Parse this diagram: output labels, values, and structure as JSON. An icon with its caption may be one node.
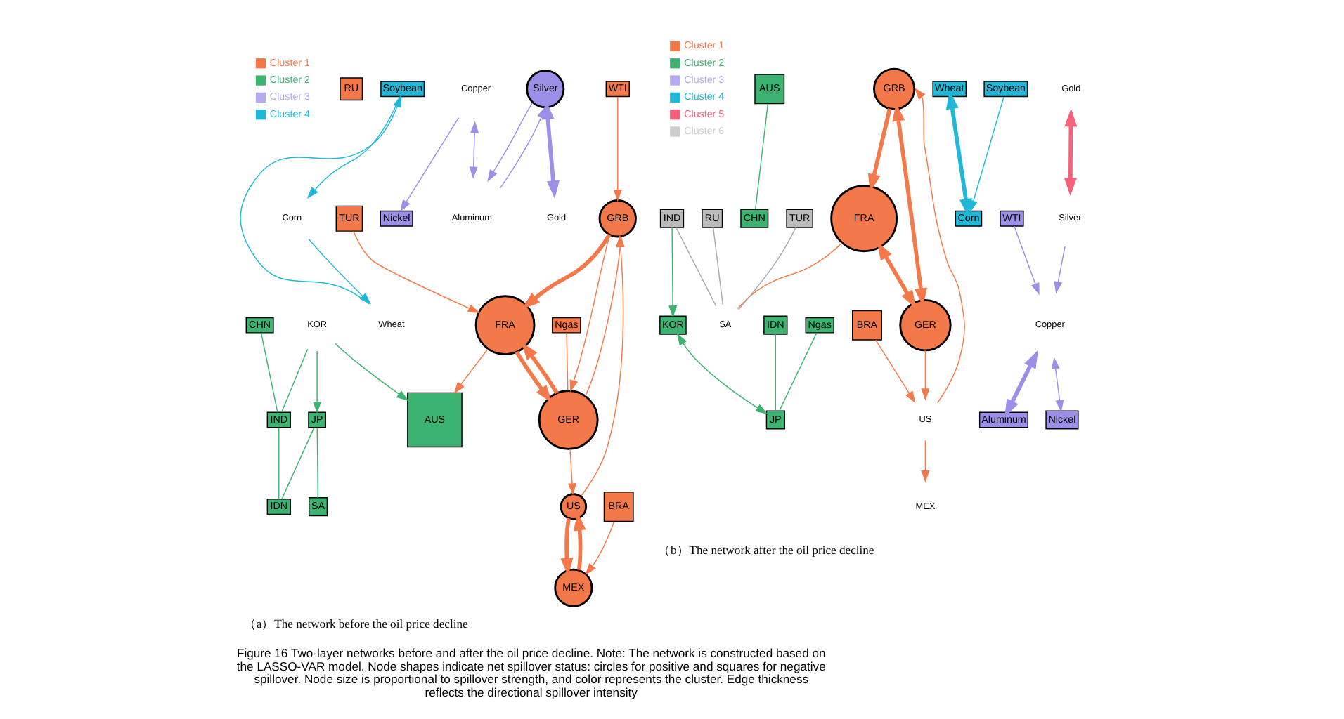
{
  "diagram": {
    "caption": "Figure 16 Two-layer networks before and after the oil price decline. Note: The network is constructed based on the LASSO-VAR model. Node shapes indicate net spillover status: circles for positive and squares for negative spillover. Node size is proportional to spillover strength, and color represents the cluster. Edge thickness reflects the directional spillover intensity",
    "nodes": [
      {
        "text": [
          "Gold"
        ]
      },
      {
        "text": [
          "WTI"
        ]
      },
      {
        "text": [
          "Silver"
        ]
      },
      {
        "text": [
          "Ngas"
        ]
      },
      {
        "text": [
          "Copper"
        ]
      },
      {
        "text": [
          "Aluminum"
        ]
      },
      {
        "text": [
          "Nickel"
        ]
      },
      {
        "text": [
          "Soybean"
        ]
      },
      {
        "text": [
          "Wheat"
        ]
      },
      {
        "text": [
          "Corn"
        ]
      },
      {
        "text": [
          "GRB"
        ]
      },
      {
        "text": [
          "BRA"
        ]
      },
      {
        "text": [
          "FRA"
        ]
      },
      {
        "text": [
          "TUR"
        ]
      },
      {
        "text": [
          "AUS"
        ]
      },
      {
        "text": [
          "US"
        ]
      },
      {
        "text": [
          "GER"
        ]
      },
      {
        "text": [
          "RU"
        ]
      },
      {
        "text": [
          "MEX"
        ]
      },
      {
        "text": [
          "KOR"
        ]
      },
      {
        "text": [
          "CHN"
        ]
      },
      {
        "text": [
          "IDN"
        ]
      },
      {
        "text": [
          "IND"
        ]
      },
      {
        "text": [
          "JP"
        ]
      },
      {
        "text": [
          "SA"
        ]
      },
      {
        "text": [
          "Gold"
        ]
      },
      {
        "text": [
          "WTI"
        ]
      },
      {
        "text": [
          "Silver"
        ]
      },
      {
        "text": [
          "Ngas"
        ]
      },
      {
        "text": [
          "Copper"
        ]
      },
      {
        "text": [
          "Aluminum"
        ]
      },
      {
        "text": [
          "Nickel"
        ]
      },
      {
        "text": [
          "Soybean"
        ]
      },
      {
        "text": [
          "Wheat"
        ]
      },
      {
        "text": [
          "Corn"
        ]
      },
      {
        "text": [
          "GRB"
        ]
      },
      {
        "text": [
          "BRA"
        ]
      },
      {
        "text": [
          "FRA"
        ]
      },
      {
        "text": [
          "TUR"
        ]
      },
      {
        "text": [
          "AUS"
        ]
      },
      {
        "text": [
          "US"
        ]
      },
      {
        "text": [
          "GER"
        ]
      },
      {
        "text": [
          "RU"
        ]
      },
      {
        "text": [
          "MEX"
        ]
      },
      {
        "text": [
          "KOR"
        ]
      },
      {
        "text": [
          "CHN"
        ]
      },
      {
        "text": [
          "IDN"
        ]
      },
      {
        "text": [
          "IND"
        ]
      },
      {
        "text": [
          "JP"
        ]
      },
      {
        "text": [
          "SA"
        ]
      }
    ],
    "edges": [
      {
        "from": 2,
        "to": 0,
        "arrow": "both",
        "style": "thick",
        "color": "#9b8fe8"
      },
      {
        "from": 2,
        "to": 5,
        "arrow": "to",
        "color": "#9b8fe8"
      },
      {
        "from": 4,
        "to": 5,
        "arrow": "both",
        "color": "#9b8fe8"
      },
      {
        "from": 4,
        "to": 6,
        "arrow": "to",
        "color": "#9b8fe8"
      },
      {
        "from": 5,
        "to": 2,
        "arrow": "to",
        "color": "#9b8fe8"
      },
      {
        "from": 7,
        "to": 9,
        "arrow": "to",
        "color": "#1fb8d8"
      },
      {
        "from": 9,
        "to": 8,
        "arrow": "to",
        "color": "#1fb8d8"
      },
      {
        "from": 8,
        "to": 7,
        "arrow": "to",
        "color": "#1fb8d8"
      },
      {
        "from": 10,
        "to": 12,
        "arrow": "to",
        "style": "thick"
      },
      {
        "from": 12,
        "to": 16,
        "arrow": "to",
        "style": "thick"
      },
      {
        "from": 16,
        "to": 12,
        "arrow": "to",
        "style": "thick"
      },
      {
        "from": 16,
        "to": 10,
        "arrow": "to"
      },
      {
        "from": 10,
        "to": 16,
        "arrow": "to"
      },
      {
        "from": 15,
        "to": 18,
        "arrow": "to",
        "style": "thick"
      },
      {
        "from": 18,
        "to": 15,
        "arrow": "to",
        "style": "thick"
      },
      {
        "from": 16,
        "to": 15,
        "arrow": "to"
      },
      {
        "from": 12,
        "to": 14,
        "arrow": "to"
      },
      {
        "from": 13,
        "to": 12,
        "arrow": "to"
      },
      {
        "from": 11,
        "to": 18,
        "arrow": "to"
      },
      {
        "from": 15,
        "to": 10,
        "arrow": "to"
      },
      {
        "from": 1,
        "to": 10,
        "arrow": "to"
      },
      {
        "from": 3,
        "to": 16,
        "arrow": "none"
      },
      {
        "from": 19,
        "to": 14,
        "arrow": "to",
        "color": "#3cb371"
      },
      {
        "from": 19,
        "to": 22,
        "arrow": "none",
        "color": "#3cb371"
      },
      {
        "from": 19,
        "to": 23,
        "arrow": "to",
        "color": "#3cb371"
      },
      {
        "from": 22,
        "to": 21,
        "arrow": "none",
        "color": "#3cb371"
      },
      {
        "from": 23,
        "to": 21,
        "arrow": "none",
        "color": "#3cb371"
      },
      {
        "from": 23,
        "to": 24,
        "arrow": "none",
        "color": "#3cb371"
      },
      {
        "from": 20,
        "to": 22,
        "arrow": "none",
        "color": "#3cb371"
      },
      {
        "from": 25,
        "to": 27,
        "arrow": "both",
        "style": "thick",
        "color": "#f5607a"
      },
      {
        "from": 29,
        "to": 30,
        "arrow": "both",
        "style": "thick",
        "color": "#9b8fe8"
      },
      {
        "from": 29,
        "to": 31,
        "arrow": "both",
        "color": "#9b8fe8"
      },
      {
        "from": 26,
        "to": 29,
        "arrow": "to",
        "color": "#9b8fe8"
      },
      {
        "from": 27,
        "to": 29,
        "arrow": "to",
        "color": "#9b8fe8"
      },
      {
        "from": 33,
        "to": 34,
        "arrow": "both",
        "style": "thick",
        "color": "#1fb8d8"
      },
      {
        "from": 32,
        "to": 34,
        "arrow": "to",
        "color": "#1fb8d8"
      },
      {
        "from": 35,
        "to": 37,
        "arrow": "to",
        "style": "thick"
      },
      {
        "from": 41,
        "to": 35,
        "arrow": "both",
        "style": "thick"
      },
      {
        "from": 37,
        "to": 41,
        "arrow": "both",
        "style": "thick"
      },
      {
        "from": 40,
        "to": 43,
        "arrow": "to"
      },
      {
        "from": 41,
        "to": 40,
        "arrow": "to"
      },
      {
        "from": 40,
        "to": 35,
        "arrow": "to"
      },
      {
        "from": 36,
        "to": 40,
        "arrow": "to"
      },
      {
        "from": 37,
        "to": 49,
        "arrow": "none"
      },
      {
        "from": 44,
        "to": 48,
        "arrow": "both",
        "color": "#3cb371"
      },
      {
        "from": 47,
        "to": 44,
        "arrow": "to",
        "color": "#3cb371"
      },
      {
        "from": 39,
        "to": 45,
        "arrow": "none",
        "color": "#3cb371"
      },
      {
        "from": 46,
        "to": 48,
        "arrow": "none",
        "color": "#3cb371"
      },
      {
        "from": 28,
        "to": 48,
        "arrow": "none",
        "color": "#3cb371"
      },
      {
        "from": 42,
        "to": 49,
        "arrow": "none",
        "color": "#aaaaaa"
      },
      {
        "from": 47,
        "to": 49,
        "arrow": "none",
        "color": "#aaaaaa"
      },
      {
        "from": 38,
        "to": 49,
        "arrow": "none",
        "color": "#aaaaaa"
      }
    ],
    "labels": [
      "（a）The network before the oil price decline",
      "（b）The network after the oil price decline"
    ],
    "legend": [
      {
        "text": "Cluster 1",
        "color": "#f4794a"
      },
      {
        "text": "Cluster 2",
        "color": "#3cb371"
      },
      {
        "text": "Cluster 3",
        "color": "#b3aaf0"
      },
      {
        "text": "Cluster 4",
        "color": "#1fb8d8"
      },
      {
        "text": "Cluster 1",
        "color": "#f4794a"
      },
      {
        "text": "Cluster 2",
        "color": "#3cb371"
      },
      {
        "text": "Cluster 3",
        "color": "#b3aaf0"
      },
      {
        "text": "Cluster 4",
        "color": "#1fb8d8"
      },
      {
        "text": "Cluster 5",
        "color": "#f5607a"
      },
      {
        "text": "Cluster 6",
        "color": "#cccccc"
      }
    ]
  }
}
